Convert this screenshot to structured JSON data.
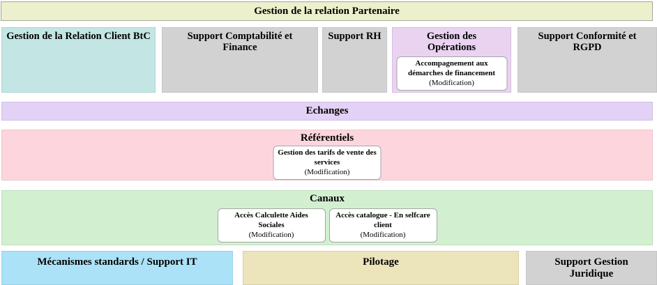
{
  "title_bar": {
    "label": "Gestion de la relation Partenaire"
  },
  "domain_row": {
    "client_btc": {
      "label": "Gestion de la Relation Client BtC"
    },
    "compta_finance": {
      "label": "Support Comptabilité et Finance"
    },
    "rh": {
      "label": "Support RH"
    },
    "operations": {
      "label": "Gestion des Opérations",
      "feature": {
        "name": "Accompagnement aux démarches de financement",
        "tag": "(Modification)"
      }
    },
    "conformite_rgpd": {
      "label": "Support Conformité et RGPD"
    }
  },
  "bands": {
    "echanges": {
      "label": "Echanges"
    },
    "referentiels": {
      "label": "Référentiels",
      "feature": {
        "name": "Gestion des tarifs de vente des services",
        "tag": "(Modification)"
      }
    },
    "canaux": {
      "label": "Canaux",
      "features": [
        {
          "name": "Accès Calculette Aides Sociales",
          "tag": "(Modification)"
        },
        {
          "name": "Accès catalogue - En selfcare client",
          "tag": "(Modification)"
        }
      ]
    }
  },
  "bottom_row": {
    "support_it": {
      "label": "Mécanismes standards / Support IT"
    },
    "pilotage": {
      "label": "Pilotage"
    },
    "juridique": {
      "label": "Support Gestion Juridique"
    }
  },
  "colors": {
    "title_bg": "#edf0cc",
    "teal_bg": "#c3e6e4",
    "gray_bg": "#d2d2d2",
    "purple_bg": "#e9d3f1",
    "lavender_bg": "#e3d2f5",
    "pink_bg": "#fdd6dd",
    "green_bg": "#d2f0d0",
    "blue_bg": "#abe2f8",
    "tan_bg": "#ece4ba",
    "feature_bg": "#ffffff",
    "text": "#000000"
  }
}
